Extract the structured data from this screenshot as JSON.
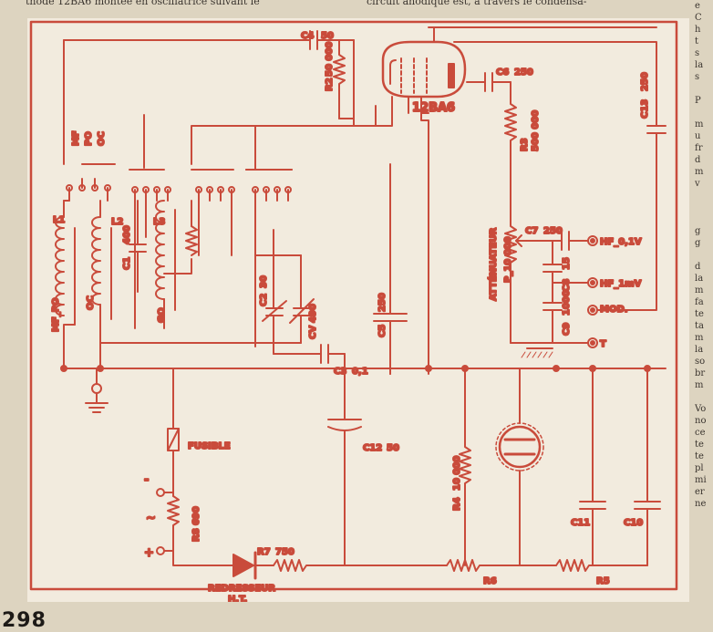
{
  "page": {
    "top_left_text": "thode 12BA6 montée en oscillatrice suivant le",
    "top_right_text": "circuit anodique est, à travers le condensa-",
    "page_number": "298",
    "right_margin_lines": [
      "e",
      "C",
      "h",
      "t",
      "s",
      "la",
      "s",
      "",
      "P",
      "",
      "m",
      "u",
      "fr",
      "d",
      "m",
      "v",
      "",
      "",
      "",
      "g",
      "g",
      "",
      "d",
      "la",
      "m",
      "fa",
      "te",
      "ta",
      "m",
      "la",
      "so",
      "br",
      "m",
      "",
      "Vo",
      "no",
      "ce",
      "te",
      "te",
      "pl",
      "mi",
      "er",
      "ne"
    ]
  },
  "schematic": {
    "tube_label": "12BA6",
    "switch": {
      "header": "MF",
      "labels": [
        "PO",
        "OC"
      ]
    },
    "components": {
      "c4": {
        "name": "C4",
        "value": "50"
      },
      "r2": {
        "name": "R2",
        "value": "50 000"
      },
      "c6": {
        "name": "C6",
        "value": "250"
      },
      "c13": {
        "name": "C13",
        "value": "250"
      },
      "r3": {
        "name": "R3",
        "value": "500 000"
      },
      "attenuator": {
        "label": "ATTÉNUATEUR",
        "value": "P_10 000"
      },
      "c7": {
        "name": "C7",
        "value": "250"
      },
      "c8": {
        "name": "C8",
        "value": "15"
      },
      "c9": {
        "name": "C9",
        "value": "1000"
      },
      "c5": {
        "name": "C5",
        "value": "250"
      },
      "c1": {
        "name": "C1",
        "value": "400"
      },
      "c2": {
        "name": "C2",
        "value": "30"
      },
      "cv": {
        "name": "CV",
        "value": "490"
      },
      "c3": {
        "name": "C3",
        "value": "0,1"
      },
      "l1": {
        "name": "L1"
      },
      "l2": {
        "name": "L2"
      },
      "l3": {
        "name": "L3"
      },
      "mf_po": "MF_PO",
      "oc": "OC",
      "go": "GO",
      "fuse": "FUSIBLE",
      "r8": {
        "name": "R8",
        "value": "690"
      },
      "c12": {
        "name": "C12",
        "value": "50"
      },
      "r7": {
        "name": "R7",
        "value": "750"
      },
      "rectifier": {
        "line1": "REDRESSEUR",
        "line2": "H.T."
      },
      "r4": {
        "name": "R4",
        "value": "10 000"
      },
      "r6": "R6",
      "r5": "R5",
      "c11": "C11",
      "c10": "C10"
    },
    "outputs": {
      "hf1": "HF_0,1V",
      "hf2": "HF_1mV",
      "mod": "MOD.",
      "t": "T"
    },
    "mains_symbols": {
      "minus": "-",
      "tilde": "~",
      "plus": "+"
    }
  }
}
